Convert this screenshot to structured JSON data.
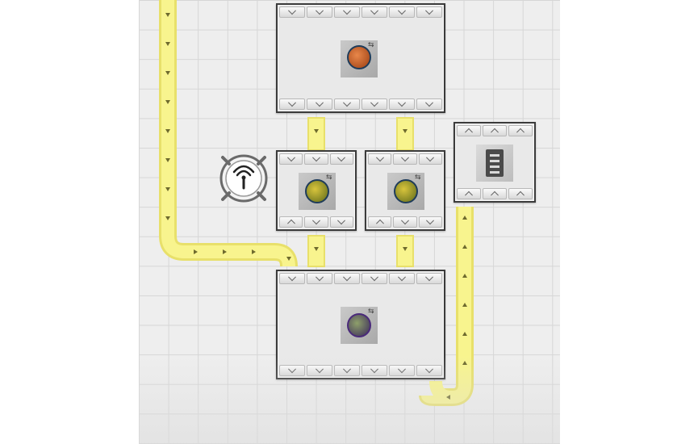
{
  "scene": {
    "grid_color": "#eeeeee",
    "belt_color": "#f7f28a",
    "belt_edge_color": "#e6df5c",
    "building_border_color": "#3b3b3b"
  },
  "buildings": [
    {
      "id": "crate-producer",
      "icon": "crate-icon"
    },
    {
      "id": "assembler-left",
      "icon": "ore-cart-icon"
    },
    {
      "id": "assembler-right",
      "icon": "ore-cart-icon"
    },
    {
      "id": "storage-depot",
      "icon": "storage-rack-icon"
    },
    {
      "id": "combiner",
      "icon": "drill-icon"
    }
  ],
  "radar": {
    "icon": "antenna-icon"
  },
  "swap_symbol": "⇆"
}
